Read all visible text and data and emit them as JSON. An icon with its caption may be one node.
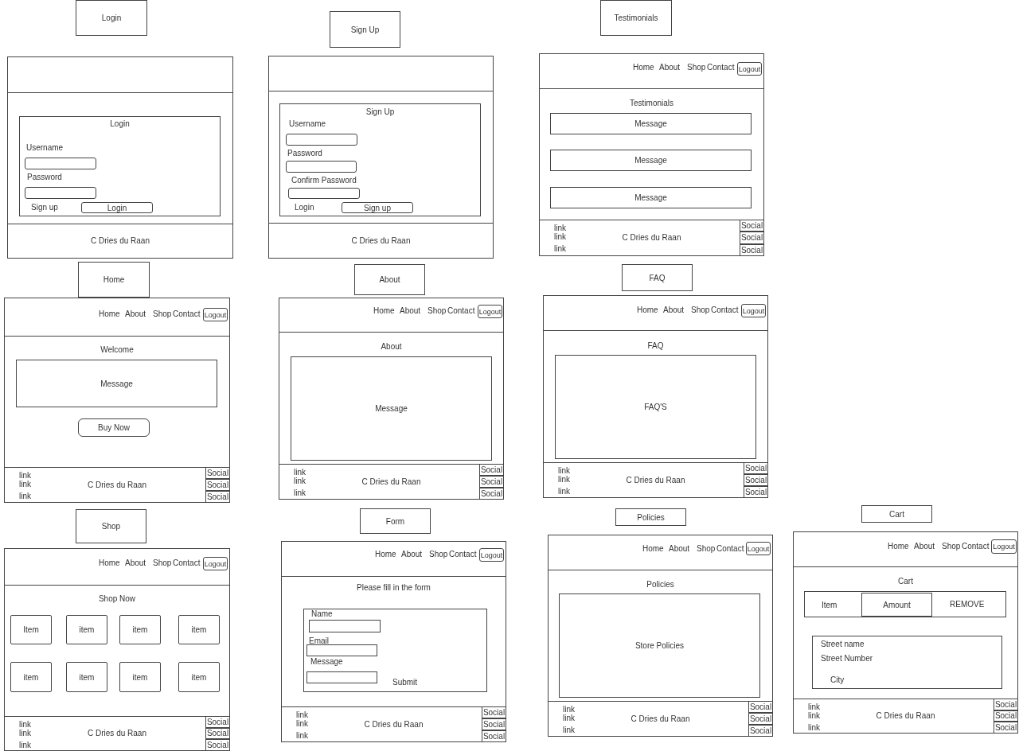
{
  "diagram": {
    "nodes": [
      {
        "text": [
          "Login"
        ]
      },
      {
        "text": [],
        "shape": "box"
      },
      {
        "text": [],
        "shape": "box",
        "in": 1
      },
      {
        "text": [
          "Login",
          "Username",
          "Password",
          "Sign up"
        ],
        "in": 1
      },
      {
        "text": [],
        "shape": "box",
        "in": 3
      },
      {
        "text": [],
        "shape": "box",
        "in": 3
      },
      {
        "text": [
          "Login"
        ],
        "in": 3
      },
      {
        "text": [
          "C Dries du Raan"
        ],
        "in": 1
      },
      {
        "text": [
          "Sign Up"
        ]
      },
      {
        "text": [],
        "shape": "box"
      },
      {
        "text": [],
        "shape": "box",
        "in": 9
      },
      {
        "text": [
          "Sign Up",
          "Username",
          "Password",
          "Confirm Password",
          "Login"
        ],
        "in": 9
      },
      {
        "text": [],
        "shape": "box",
        "in": 11
      },
      {
        "text": [],
        "shape": "box",
        "in": 11
      },
      {
        "text": [],
        "shape": "box",
        "in": 11
      },
      {
        "text": [
          "Sign up"
        ],
        "in": 11
      },
      {
        "text": [
          "C Dries du Raan"
        ],
        "in": 9
      },
      {
        "text": [
          "Testimonials"
        ]
      },
      {
        "text": [
          "Testimonials"
        ]
      },
      {
        "text": [
          "Home",
          "About",
          "Shop",
          "Contact"
        ],
        "in": 18
      },
      {
        "text": [
          "Logout"
        ],
        "in": 19
      },
      {
        "text": [
          "Message"
        ],
        "in": 18
      },
      {
        "text": [
          "Message"
        ],
        "in": 18
      },
      {
        "text": [
          "Message"
        ],
        "in": 18
      },
      {
        "text": [
          "link",
          "link",
          "link",
          "C Dries du Raan"
        ],
        "in": 18
      },
      {
        "text": [
          "Social"
        ],
        "in": 24
      },
      {
        "text": [
          "Social"
        ],
        "in": 24
      },
      {
        "text": [
          "Social"
        ],
        "in": 24
      },
      {
        "text": [
          "Home"
        ]
      },
      {
        "text": [
          "Welcome"
        ]
      },
      {
        "text": [
          "Home",
          "About",
          "Shop",
          "Contact"
        ],
        "in": 29
      },
      {
        "text": [
          "Logout"
        ],
        "in": 30
      },
      {
        "text": [
          "Message"
        ],
        "in": 29
      },
      {
        "text": [
          "Buy Now"
        ],
        "in": 29
      },
      {
        "text": [
          "link",
          "link",
          "link",
          "C Dries du Raan"
        ],
        "in": 29
      },
      {
        "text": [
          "Social"
        ],
        "in": 34
      },
      {
        "text": [
          "Social"
        ],
        "in": 34
      },
      {
        "text": [
          "Social"
        ],
        "in": 34
      },
      {
        "text": [
          "About"
        ]
      },
      {
        "text": [
          "About"
        ]
      },
      {
        "text": [
          "Home",
          "About",
          "Shop",
          "Contact"
        ],
        "in": 39
      },
      {
        "text": [
          "Logout"
        ],
        "in": 40
      },
      {
        "text": [
          "Message"
        ],
        "in": 39
      },
      {
        "text": [
          "link",
          "link",
          "link",
          "C Dries du Raan"
        ],
        "in": 39
      },
      {
        "text": [
          "Social"
        ],
        "in": 43
      },
      {
        "text": [
          "Social"
        ],
        "in": 43
      },
      {
        "text": [
          "Social"
        ],
        "in": 43
      },
      {
        "text": [
          "FAQ"
        ]
      },
      {
        "text": [
          "FAQ"
        ]
      },
      {
        "text": [
          "Home",
          "About",
          "Shop",
          "Contact"
        ],
        "in": 48
      },
      {
        "text": [
          "Logout"
        ],
        "in": 49
      },
      {
        "text": [
          "FAQ'S"
        ],
        "in": 48
      },
      {
        "text": [
          "link",
          "link",
          "link",
          "C Dries du Raan"
        ],
        "in": 48
      },
      {
        "text": [
          "Social"
        ],
        "in": 52
      },
      {
        "text": [
          "Social"
        ],
        "in": 52
      },
      {
        "text": [
          "Social"
        ],
        "in": 52
      },
      {
        "text": [
          "Shop"
        ]
      },
      {
        "text": [
          "Shop Now"
        ]
      },
      {
        "text": [
          "Home",
          "About",
          "Shop",
          "Contact"
        ],
        "in": 57
      },
      {
        "text": [
          "Logout"
        ],
        "in": 58
      },
      {
        "text": [
          "Item"
        ],
        "in": 57
      },
      {
        "text": [
          "item"
        ],
        "in": 57
      },
      {
        "text": [
          "item"
        ],
        "in": 57
      },
      {
        "text": [
          "item"
        ],
        "in": 57
      },
      {
        "text": [
          "item"
        ],
        "in": 57
      },
      {
        "text": [
          "item"
        ],
        "in": 57
      },
      {
        "text": [
          "item"
        ],
        "in": 57
      },
      {
        "text": [
          "item"
        ],
        "in": 57
      },
      {
        "text": [
          "link",
          "link",
          "link",
          "C Dries du Raan"
        ],
        "in": 57
      },
      {
        "text": [
          "Social"
        ],
        "in": 68
      },
      {
        "text": [
          "Social"
        ],
        "in": 68
      },
      {
        "text": [
          "Social"
        ],
        "in": 68
      },
      {
        "text": [
          "Form"
        ]
      },
      {
        "text": [
          "Please fill in the form"
        ]
      },
      {
        "text": [
          "Home",
          "About",
          "Shop",
          "Contact"
        ],
        "in": 73
      },
      {
        "text": [
          "Logout"
        ],
        "in": 74
      },
      {
        "text": [
          "Name",
          "Email",
          "Message",
          "Submit"
        ],
        "in": 73
      },
      {
        "text": [],
        "shape": "box",
        "in": 76
      },
      {
        "text": [],
        "shape": "box",
        "in": 76
      },
      {
        "text": [],
        "shape": "box",
        "in": 76
      },
      {
        "text": [
          "link",
          "link",
          "link",
          "C Dries du Raan"
        ],
        "in": 73
      },
      {
        "text": [
          "Social"
        ],
        "in": 80
      },
      {
        "text": [
          "Social"
        ],
        "in": 80
      },
      {
        "text": [
          "Social"
        ],
        "in": 80
      },
      {
        "text": [
          "Policies"
        ]
      },
      {
        "text": [
          "Policies"
        ]
      },
      {
        "text": [
          "Home",
          "About",
          "Shop",
          "Contact"
        ],
        "in": 85
      },
      {
        "text": [
          "Logout"
        ],
        "in": 86
      },
      {
        "text": [
          "Store Policies"
        ],
        "in": 85
      },
      {
        "text": [
          "link",
          "link",
          "link",
          "C Dries du Raan"
        ],
        "in": 85
      },
      {
        "text": [
          "Social"
        ],
        "in": 89
      },
      {
        "text": [
          "Social"
        ],
        "in": 89
      },
      {
        "text": [
          "Social"
        ],
        "in": 89
      },
      {
        "text": [
          "Cart"
        ]
      },
      {
        "text": [
          "Cart"
        ]
      },
      {
        "text": [
          "Home",
          "About",
          "Shop",
          "Contact"
        ],
        "in": 94
      },
      {
        "text": [
          "Logout"
        ],
        "in": 95
      },
      {
        "text": [
          "Item",
          "REMOVE"
        ],
        "in": 94
      },
      {
        "text": [
          "Amount"
        ],
        "in": 97
      },
      {
        "text": [
          "Street name",
          "Street Number",
          "City"
        ],
        "in": 94
      },
      {
        "text": [
          "link",
          "link",
          "link",
          "C Dries du Raan"
        ],
        "in": 94
      },
      {
        "text": [
          "Social"
        ],
        "in": 100
      },
      {
        "text": [
          "Social"
        ],
        "in": 100
      },
      {
        "text": [
          "Social"
        ],
        "in": 100
      }
    ]
  }
}
